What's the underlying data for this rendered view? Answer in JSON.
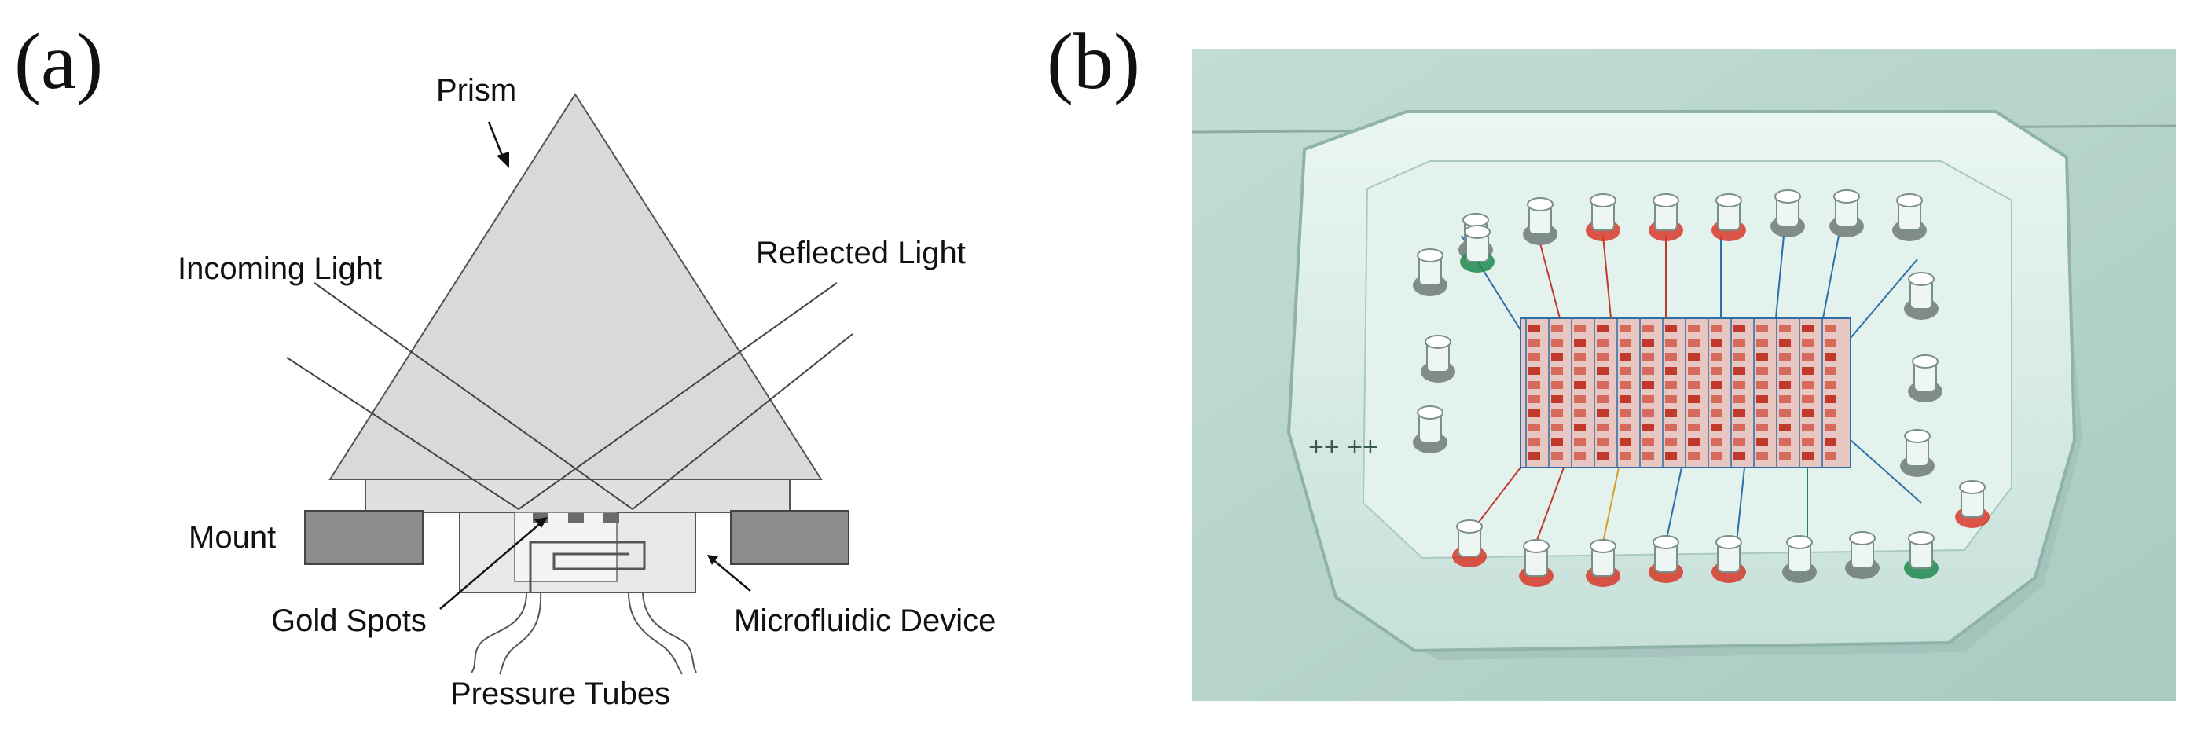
{
  "panel_a": {
    "label": "(a)",
    "labels": {
      "prism": "Prism",
      "incoming_light": "Incoming Light",
      "reflected_light": "Reflected Light",
      "mount": "Mount",
      "gold_spots": "Gold Spots",
      "microfluidic_device": "Microfluidic Device",
      "pressure_tubes": "Pressure Tubes"
    }
  },
  "panel_b": {
    "label": "(b)",
    "chip_marks": "++  ++"
  },
  "colors": {
    "prism_fill": "#d9d9d9",
    "mount_fill": "#8c8c8c",
    "device_fill": "#e8e8e8",
    "photo_background": "#b9d6cd",
    "chip_glass": "#d8ebe6",
    "channel_red": "#c0392b",
    "channel_blue": "#2b6fa8",
    "port_red": "#d8382a",
    "port_green": "#1f8a4c",
    "port_gray": "#6f7a78"
  }
}
